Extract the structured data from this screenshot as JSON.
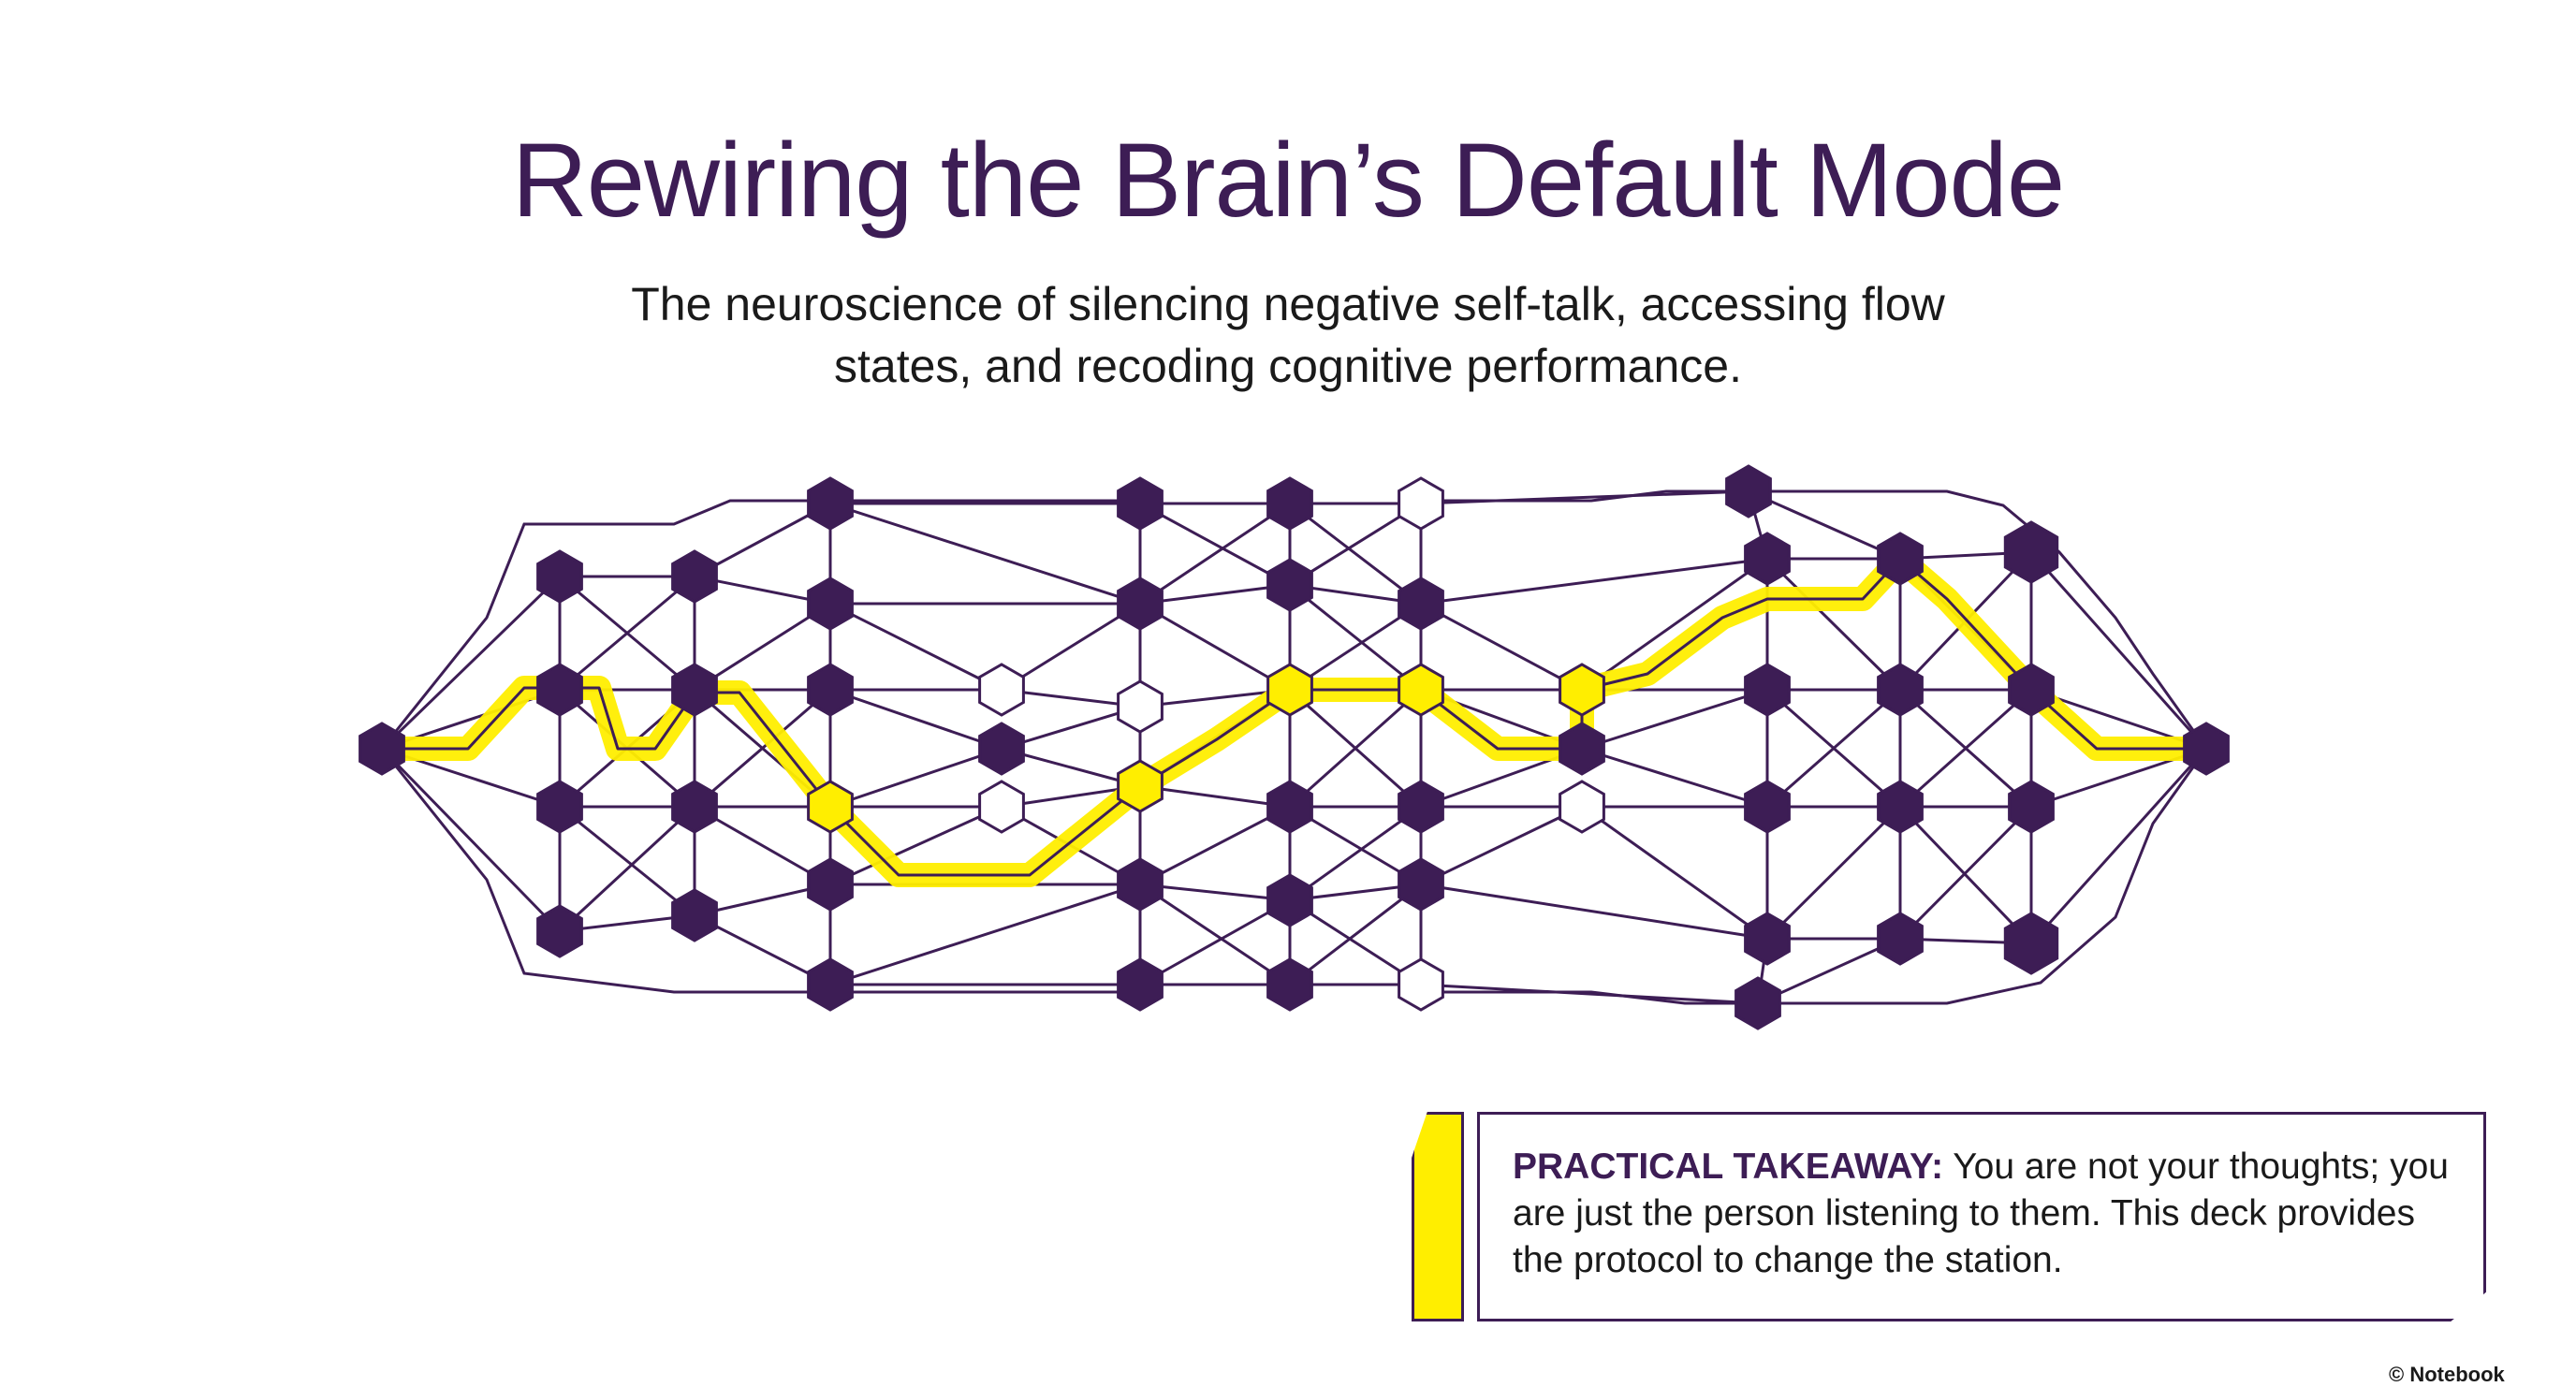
{
  "title": "Rewiring the Brain’s Default Mode",
  "subtitle": {
    "line1": "The neuroscience of silencing negative self-talk, accessing flow",
    "line2": "states, and recoding cognitive performance."
  },
  "takeaway": {
    "label": "PRACTICAL TAKEAWAY:",
    "text": " You are not your thoughts; you are just the person listening to them. This deck provides the protocol to change the station."
  },
  "copyright": "© Notebook",
  "colors": {
    "purple": "#3d1d55",
    "highlight": "#ffee00",
    "text": "#1a1a1a"
  },
  "diagram": {
    "type": "circuit-network",
    "node_shape": "hexagon",
    "highlighted_path": "yellow left-to-right route across the network"
  }
}
